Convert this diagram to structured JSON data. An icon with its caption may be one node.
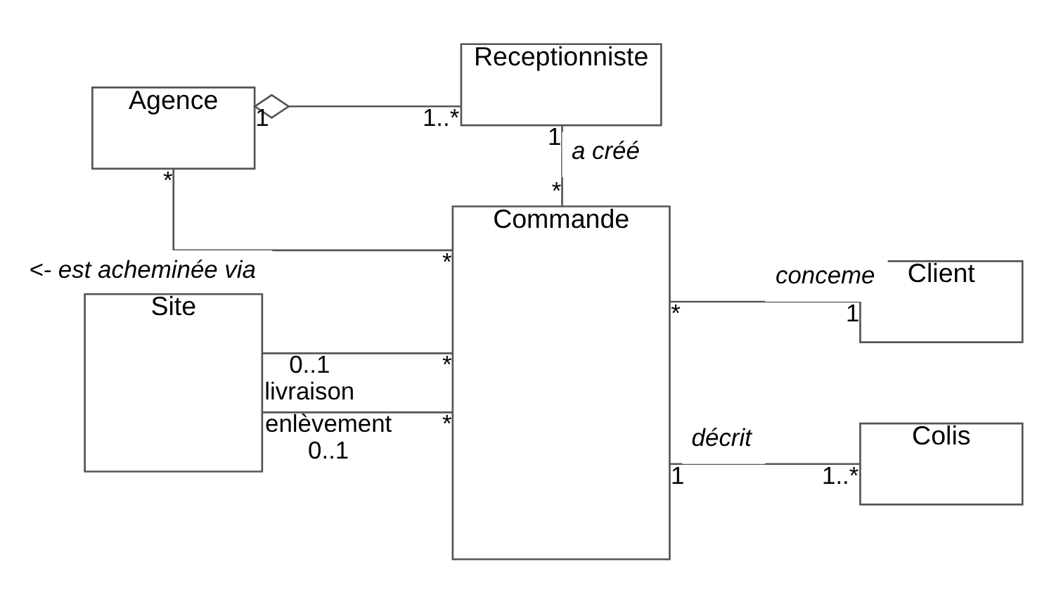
{
  "diagram": {
    "nodes": [
      {
        "text": [
          "Agence"
        ]
      },
      {
        "text": [
          "Receptionniste"
        ]
      },
      {
        "text": [
          "Commande"
        ]
      },
      {
        "text": [
          "Client"
        ]
      },
      {
        "text": [
          "Site"
        ]
      },
      {
        "text": [
          "Colis"
        ]
      }
    ],
    "edges": [
      {
        "from": 0,
        "to": 1,
        "arrow": "other"
      },
      {
        "from": 1,
        "to": 2,
        "arrow": "none",
        "label": "a créé"
      },
      {
        "from": 2,
        "to": 0,
        "arrow": "none",
        "label": "<- est acheminée via"
      },
      {
        "from": 2,
        "to": 3,
        "arrow": "none",
        "label": "conceme"
      },
      {
        "from": 4,
        "to": 2,
        "arrow": "none"
      },
      {
        "from": 4,
        "to": 2,
        "arrow": "none"
      },
      {
        "from": 2,
        "to": 5,
        "arrow": "none",
        "label": "décrit"
      }
    ],
    "labels": [
      "1",
      "1..*",
      "*",
      "1",
      "*",
      "*",
      "enlèvement",
      "*",
      "1",
      "0..1",
      "*",
      "0..1",
      "*",
      "1..*",
      "livraison",
      "1"
    ]
  }
}
